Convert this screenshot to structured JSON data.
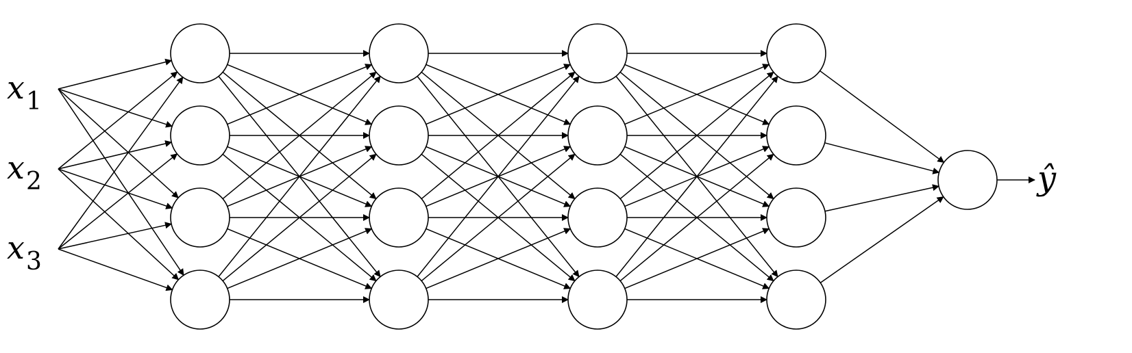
{
  "diagram": {
    "type": "feedforward-neural-network",
    "inputs": [
      {
        "var": "x",
        "sub": "1"
      },
      {
        "var": "x",
        "sub": "2"
      },
      {
        "var": "x",
        "sub": "3"
      }
    ],
    "hidden_layer_sizes": [
      4,
      4,
      4,
      4
    ],
    "output_units": 1,
    "output_label": "ŷ",
    "connectivity": "fully-connected",
    "colors": {
      "line": "#000000",
      "node_fill": "#ffffff",
      "background": "#ffffff"
    }
  }
}
